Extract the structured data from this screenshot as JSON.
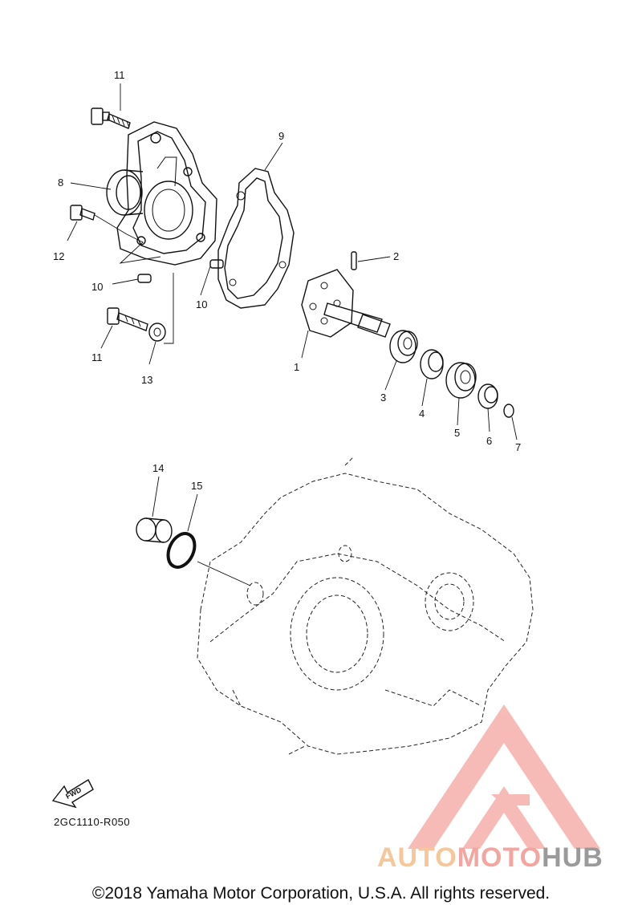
{
  "callouts": {
    "c1": "1",
    "c2": "2",
    "c3": "3",
    "c4": "4",
    "c5": "5",
    "c6": "6",
    "c7": "7",
    "c8": "8",
    "c9": "9",
    "c10a": "10",
    "c10b": "10",
    "c11a": "11",
    "c11b": "11",
    "c12": "12",
    "c13": "13",
    "c14": "14",
    "c15": "15"
  },
  "fwd_label": "FWD",
  "drawing_code": "2GC1110-R050",
  "copyright": "©2018 Yamaha Motor Corporation, U.S.A. All rights reserved.",
  "watermark": {
    "part1": "AUTO",
    "part2": "MOTO",
    "part3": "HUB"
  },
  "colors": {
    "line": "#111111",
    "logo_red": "#f4a5a0",
    "logo_orange": "#f6c79a",
    "logo_gray": "#9a9a9a"
  }
}
